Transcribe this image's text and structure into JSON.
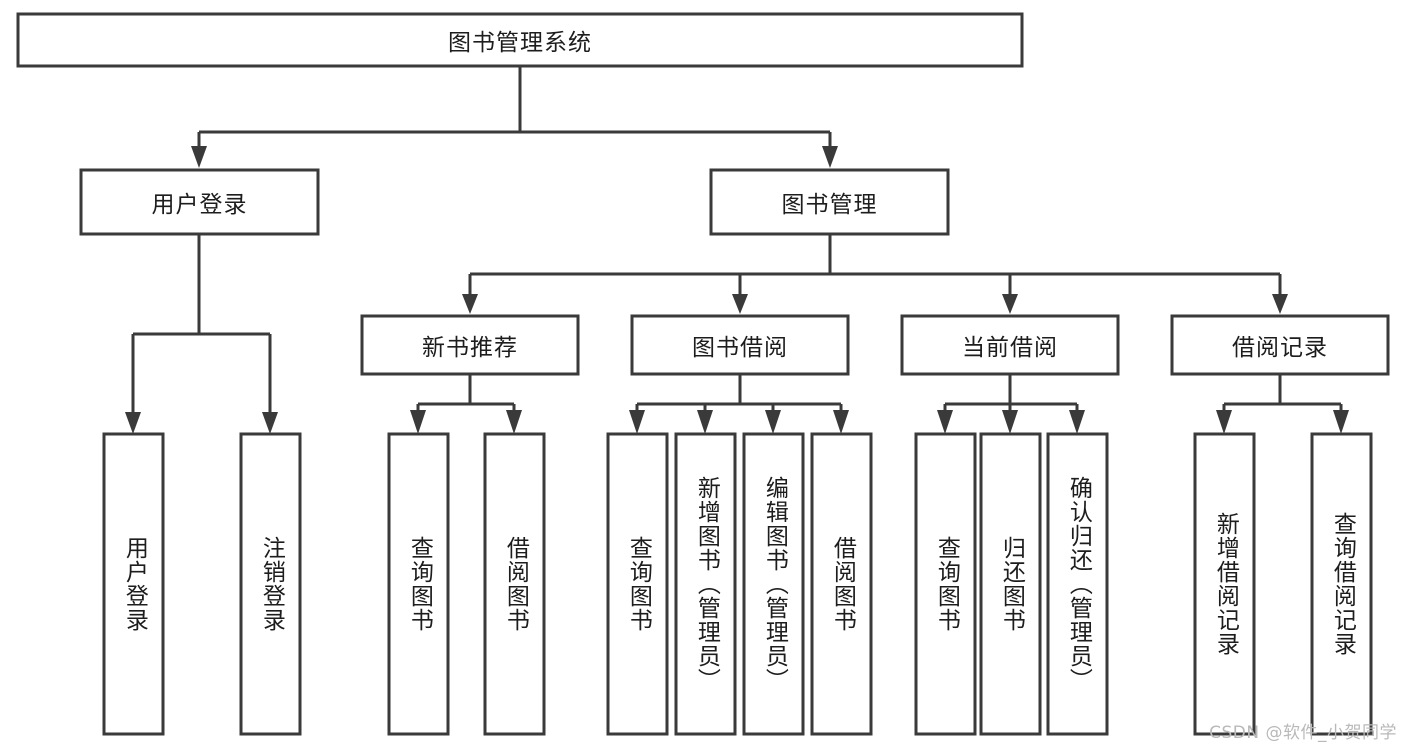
{
  "diagram": {
    "type": "tree",
    "orientation": "top-down",
    "title": "图书管理系统",
    "colors": {
      "box_stroke": "#3a3a3a",
      "box_fill": "#ffffff",
      "connector": "#3a3a3a",
      "text": "#1d1d1d",
      "watermark": "#b9b9b9",
      "background": "#ffffff"
    },
    "levels": [
      {
        "level": 1,
        "nodes": [
          {
            "id": "root",
            "label": "图书管理系统",
            "orientation": "horizontal"
          }
        ]
      },
      {
        "level": 2,
        "nodes": [
          {
            "id": "login",
            "label": "用户登录",
            "orientation": "horizontal",
            "parent": "root"
          },
          {
            "id": "bookmgmt",
            "label": "图书管理",
            "orientation": "horizontal",
            "parent": "root"
          }
        ]
      },
      {
        "level": 3,
        "nodes": [
          {
            "id": "newbook",
            "label": "新书推荐",
            "orientation": "horizontal",
            "parent": "bookmgmt"
          },
          {
            "id": "borrow",
            "label": "图书借阅",
            "orientation": "horizontal",
            "parent": "bookmgmt"
          },
          {
            "id": "current",
            "label": "当前借阅",
            "orientation": "horizontal",
            "parent": "bookmgmt"
          },
          {
            "id": "records",
            "label": "借阅记录",
            "orientation": "horizontal",
            "parent": "bookmgmt"
          }
        ]
      },
      {
        "level": 4,
        "nodes": [
          {
            "id": "leaf-1",
            "label": "用户登录",
            "orientation": "vertical",
            "parent": "login"
          },
          {
            "id": "leaf-2",
            "label": "注销登录",
            "orientation": "vertical",
            "parent": "login"
          },
          {
            "id": "leaf-3",
            "label": "查询图书",
            "orientation": "vertical",
            "parent": "newbook"
          },
          {
            "id": "leaf-4",
            "label": "借阅图书",
            "orientation": "vertical",
            "parent": "newbook"
          },
          {
            "id": "leaf-5",
            "label": "查询图书",
            "orientation": "vertical",
            "parent": "borrow"
          },
          {
            "id": "leaf-6",
            "label": "新增图书（管理员）",
            "orientation": "vertical",
            "parent": "borrow"
          },
          {
            "id": "leaf-7",
            "label": "编辑图书（管理员）",
            "orientation": "vertical",
            "parent": "borrow"
          },
          {
            "id": "leaf-8",
            "label": "借阅图书",
            "orientation": "vertical",
            "parent": "borrow"
          },
          {
            "id": "leaf-9",
            "label": "查询图书",
            "orientation": "vertical",
            "parent": "current"
          },
          {
            "id": "leaf-10",
            "label": "归还图书",
            "orientation": "vertical",
            "parent": "current"
          },
          {
            "id": "leaf-11",
            "label": "确认归还（管理员）",
            "orientation": "vertical",
            "parent": "current"
          },
          {
            "id": "leaf-12",
            "label": "新增借阅记录",
            "orientation": "vertical",
            "parent": "records"
          },
          {
            "id": "leaf-13",
            "label": "查询借阅记录",
            "orientation": "vertical",
            "parent": "records"
          }
        ]
      }
    ]
  },
  "watermark": {
    "text": "CSDN @软件_小贺同学"
  }
}
